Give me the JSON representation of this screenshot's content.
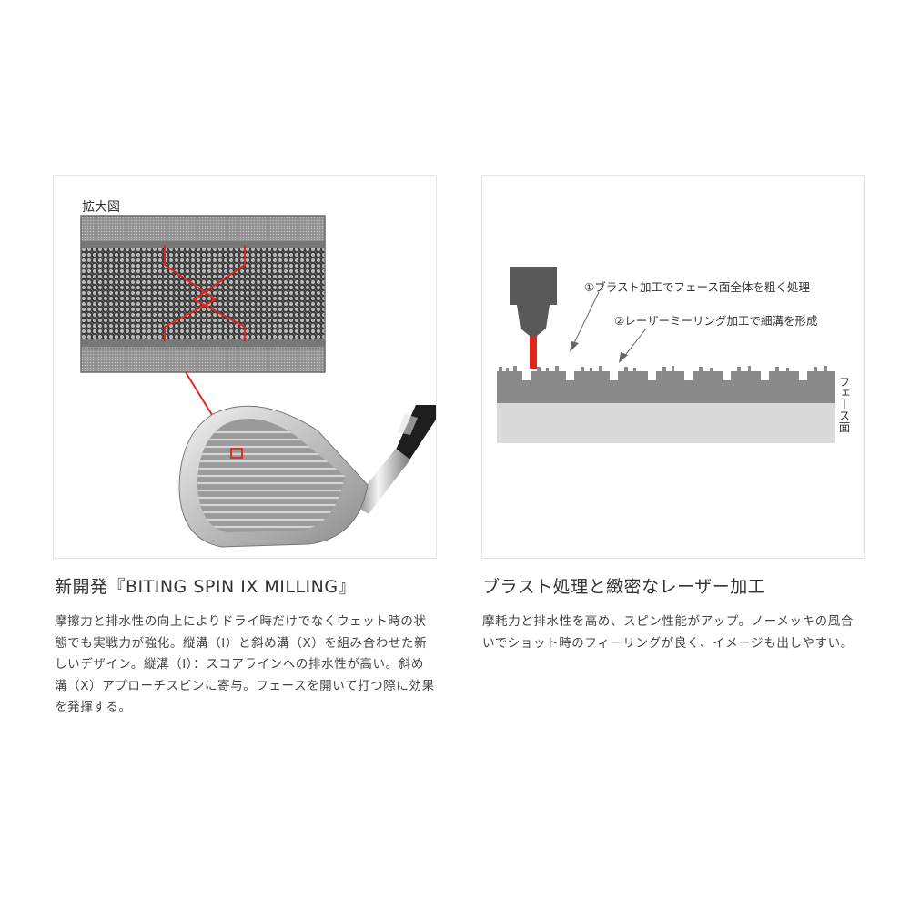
{
  "left": {
    "zoom_label": "拡大図",
    "heading": "新開発『BITING SPIN IX MILLING』",
    "body": "摩擦力と排水性の向上によりドライ時だけでなくウェット時の状態でも実戦力が強化。縦溝（I）と斜め溝（X）を組み合わせた新しいデザイン。縦溝（I）：スコアラインへの排水性が高い。斜め溝（X）アプローチスピンに寄与。フェースを開いて打つ際に効果を発揮する。"
  },
  "right": {
    "annotation_1": "①ブラスト加工でフェース面全体を粗く処理",
    "annotation_2": "②レーザーミーリング加工で細溝を形成",
    "face_label": "フェース面",
    "heading": "ブラスト処理と緻密なレーザー加工",
    "body": "摩耗力と排水性を高め、スピン性能がアップ。ノーメッキの風合いでショット時のフィーリングが良く、イメージも出しやすい。"
  },
  "colors": {
    "accent_red": "#e0251c",
    "surface_gray": "#8a8a8a",
    "base_gray": "#d9d9d9"
  }
}
